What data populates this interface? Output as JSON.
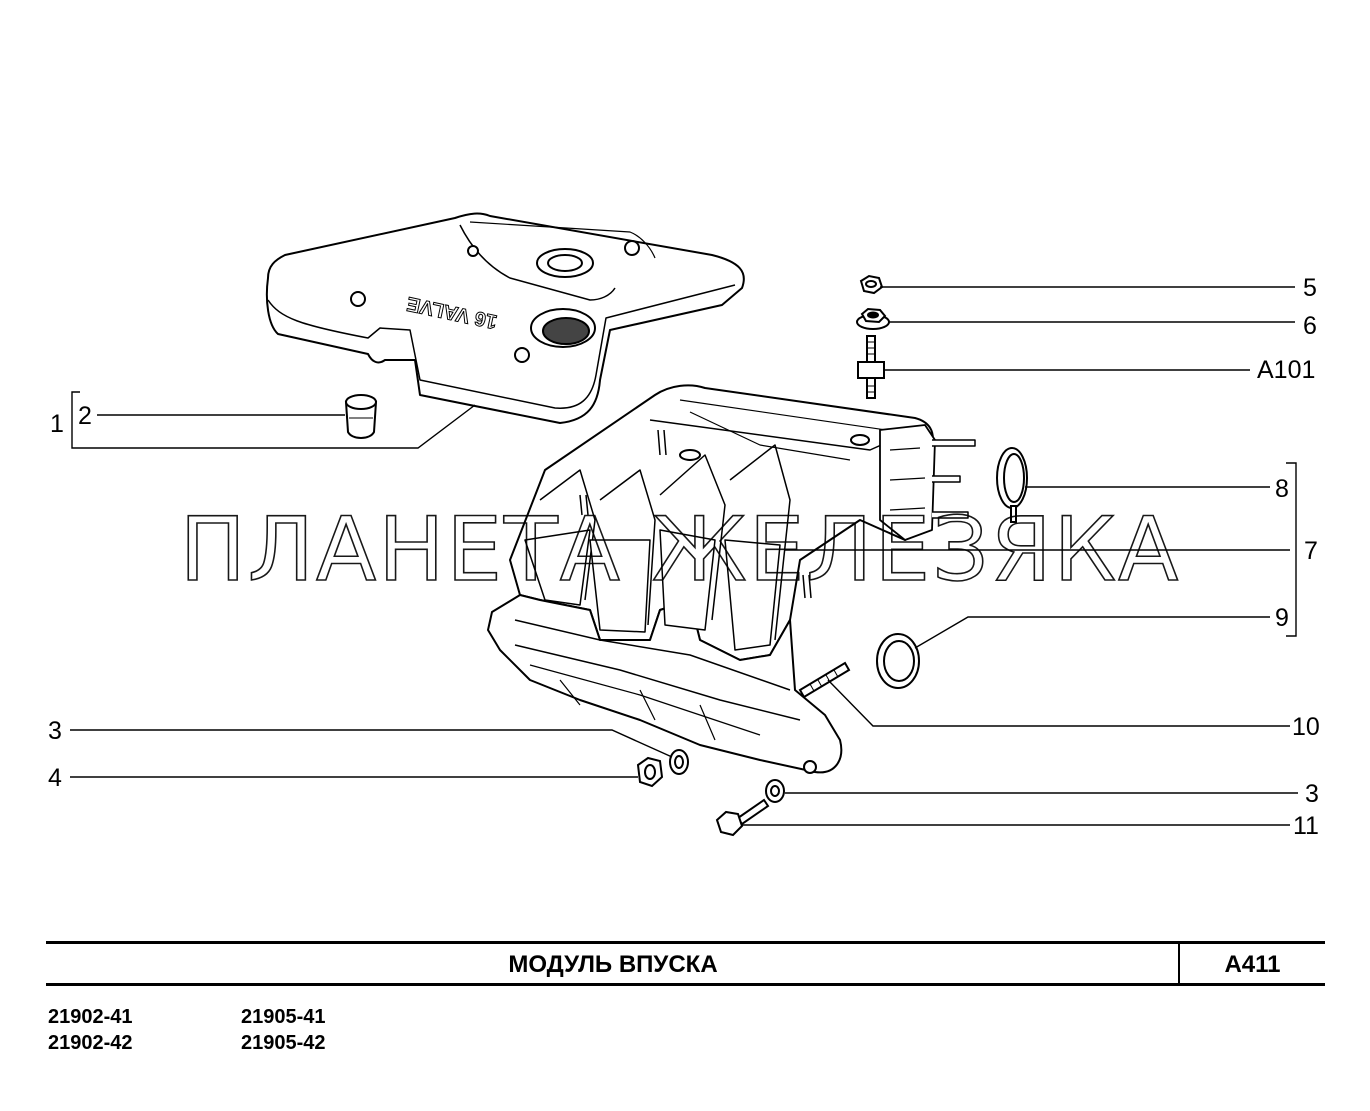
{
  "callouts": {
    "c1": "1",
    "c2": "2",
    "c3_left": "3",
    "c4": "4",
    "c5": "5",
    "c6": "6",
    "cA101": "A101",
    "c8": "8",
    "c7": "7",
    "c9": "9",
    "c10": "10",
    "c3_right": "3",
    "c11": "11"
  },
  "cover_lettering": "16 VALVE",
  "watermark": "ПЛАНЕТА ЖЕЛЕЗЯКА",
  "title_block": {
    "title": "МОДУЛЬ   ВПУСКА",
    "code": "A411"
  },
  "models": {
    "col1_row1": "21902-41",
    "col1_row2": "21902-42",
    "col2_row1": "21905-41",
    "col2_row2": "21905-42"
  }
}
